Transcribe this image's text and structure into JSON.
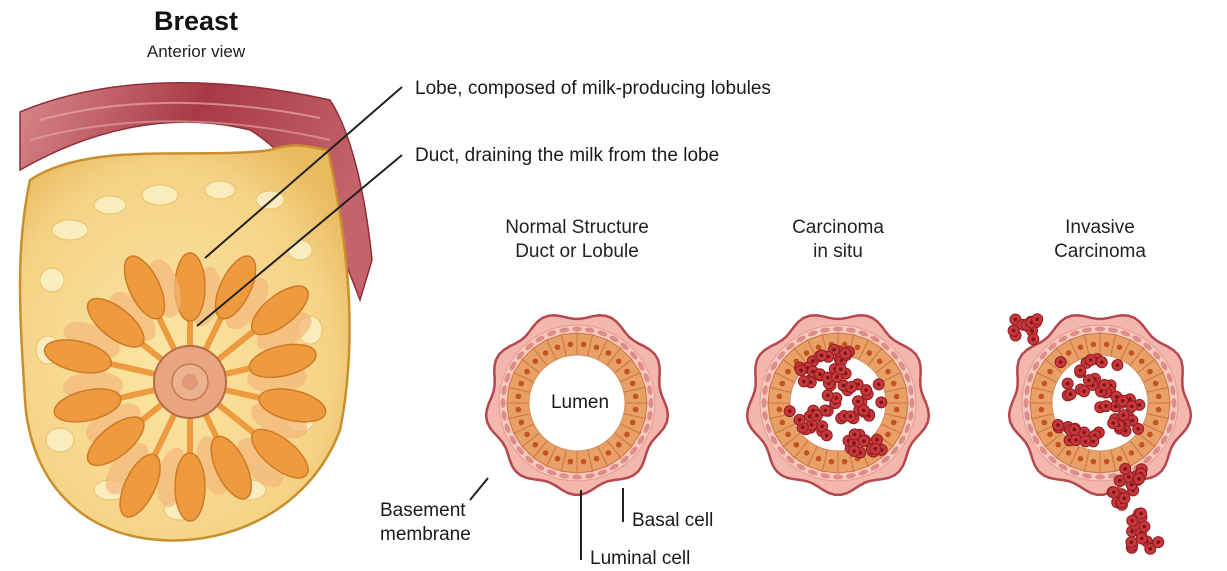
{
  "breast": {
    "title": "Breast",
    "subtitle": "Anterior view"
  },
  "callouts": {
    "lobe": "Lobe, composed of milk-producing lobules",
    "duct": "Duct, draining the milk from the lobe"
  },
  "panels": [
    {
      "title_line1": "Normal Structure",
      "title_line2": "Duct or Lobule",
      "center_label": "Lumen"
    },
    {
      "title_line1": "Carcinoma",
      "title_line2": "in situ"
    },
    {
      "title_line1": "Invasive",
      "title_line2": "Carcinoma"
    }
  ],
  "annotations": {
    "basement_line1": "Basement",
    "basement_line2": "membrane",
    "basal": "Basal cell",
    "luminal": "Luminal cell"
  },
  "colors": {
    "skin_yellow": "#f6d98a",
    "fat": "#fbe8b0",
    "lobe_orange": "#ee9a3f",
    "areola": "#e8a57f",
    "muscle": "#b5474f",
    "duct_wall": "#f3b7ad",
    "cell_fill": "#e9a066",
    "cell_nucleus": "#c3541f",
    "tumor_red": "#c8383a"
  }
}
